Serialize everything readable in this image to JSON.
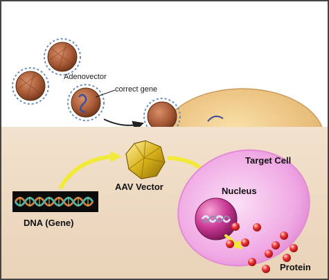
{
  "upper_panel": {
    "adenovector_label": "Adenovector",
    "correct_gene_label": "correct gene"
  },
  "lower_panel": {
    "target_cell_label": "Target Cell",
    "aav_vector_label": "AAV Vector",
    "nucleus_label": "Nucleus",
    "dna_label": "DNA (Gene)",
    "protein_label": "Protein"
  },
  "colors": {
    "upper_background": "#ffffff",
    "lower_background": "#f0dcc6",
    "virus_capsid": "#b3643c",
    "virus_envelope": "#6f8db7",
    "gene_strand": "#3b4f9c",
    "host_cell": "#f1cd8a",
    "target_cell": "#ec9de0",
    "nucleus": "#c2358f",
    "aav_capsid": "#d6b21b",
    "arrow_yellow": "#f2ea3a",
    "protein": "#e02a2a"
  }
}
